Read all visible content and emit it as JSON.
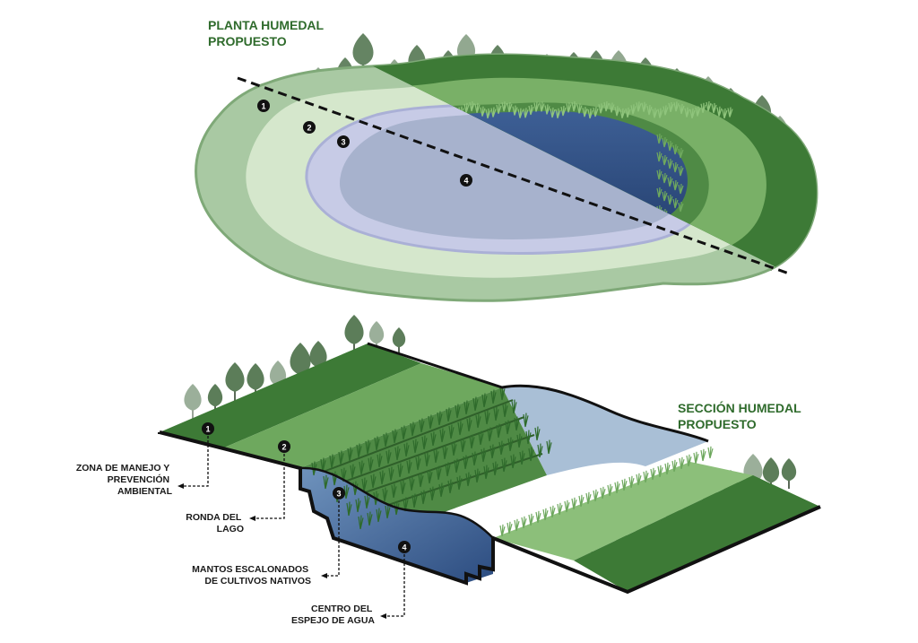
{
  "plan": {
    "title_lines": [
      "PLANTA HUMEDAL",
      "PROPUESTO"
    ],
    "markers": [
      "1",
      "2",
      "3",
      "4"
    ]
  },
  "section": {
    "title_lines": [
      "SECCIÓN HUMEDAL",
      "PROPUESTO"
    ],
    "markers": [
      "1",
      "2",
      "3",
      "4"
    ],
    "callouts": [
      {
        "lines": [
          "ZONA DE MANEJO Y",
          "PREVENCIÓN",
          "AMBIENTAL"
        ]
      },
      {
        "lines": [
          "RONDA DEL",
          "LAGO"
        ]
      },
      {
        "lines": [
          "MANTOS ESCALONADOS",
          "DE CULTIVOS NATIVOS"
        ]
      },
      {
        "lines": [
          "CENTRO DEL",
          "ESPEJO DE AGUA"
        ]
      }
    ]
  },
  "colors": {
    "outer_ring": "#a9c9a3",
    "ronda_ring": "#d5e7cc",
    "mantos_ring": "#c7cbe6",
    "water_light": "#a7b2cd",
    "dark_green": "#3d7a36",
    "grass_green": "#6ea85e",
    "water_dark": "#2e4f86",
    "tree": "#4b6f48",
    "title_green": "#2f6b2c"
  }
}
